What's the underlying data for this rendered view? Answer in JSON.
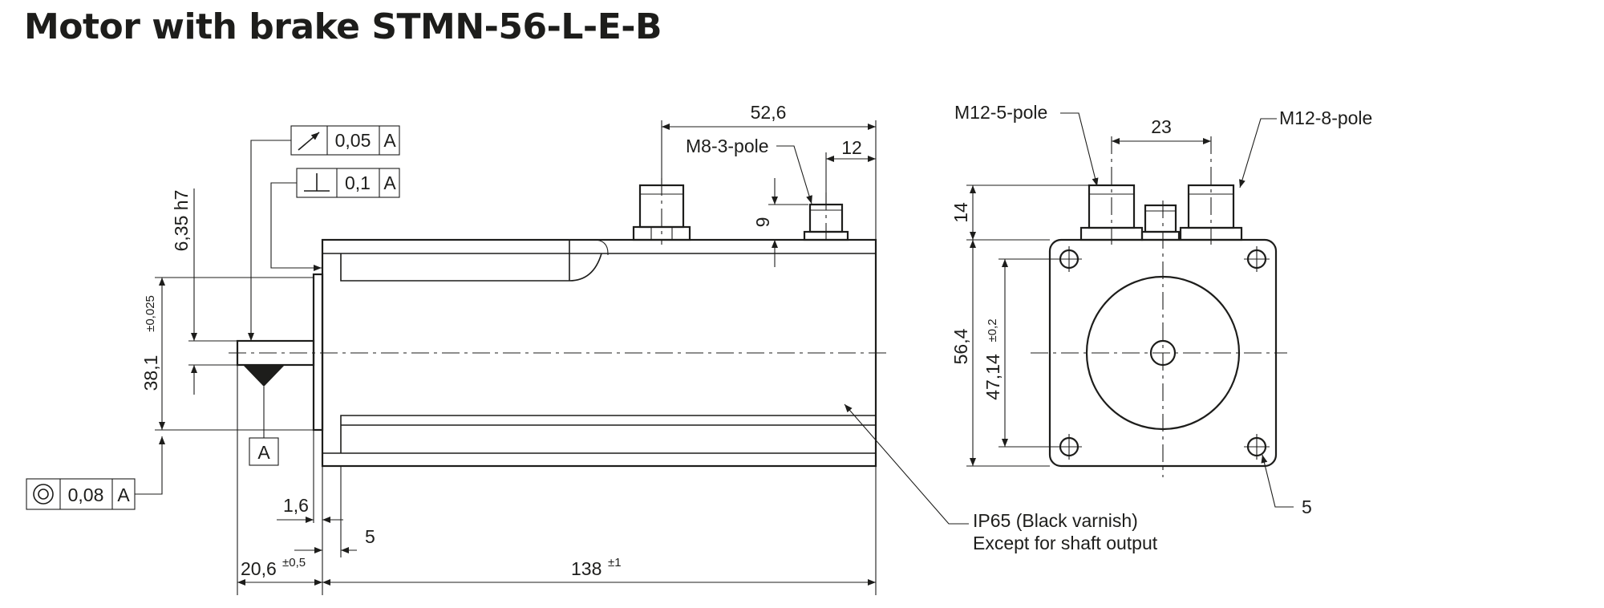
{
  "title": "Motor with brake STMN-56-L-E-B",
  "side_view": {
    "dim_overall_width": "52,6",
    "connector_m8_label": "M8-3-pole",
    "dim_connector_offset": "12",
    "dim_connector_height": "9",
    "dim_shaft_diameter": "6,35 h7",
    "dim_pilot_diameter": "38,1",
    "dim_pilot_tolerance": "±0,025",
    "dim_flange_thickness": "1,6",
    "dim_pilot_depth": "5",
    "dim_shaft_length": "20,6",
    "dim_shaft_length_tolerance": "±0,5",
    "dim_body_length": "138",
    "dim_body_length_tolerance": "±1",
    "datum_label": "A",
    "fcf_runout": {
      "value": "0,05",
      "datum": "A"
    },
    "fcf_perpendicularity": {
      "value": "0,1",
      "datum": "A"
    },
    "fcf_concentricity": {
      "value": "0,08",
      "datum": "A"
    },
    "note_line1": "IP65 (Black varnish)",
    "note_line2": "Except for shaft output"
  },
  "front_view": {
    "connector_m12_5_label": "M12-5-pole",
    "connector_m12_8_label": "M12-8-pole",
    "dim_connector_spacing": "23",
    "dim_connector_height": "14",
    "dim_square": "56,4",
    "dim_hole_spacing": "47,14",
    "dim_hole_spacing_tolerance": "±0,2",
    "dim_hole_diameter": "5"
  }
}
